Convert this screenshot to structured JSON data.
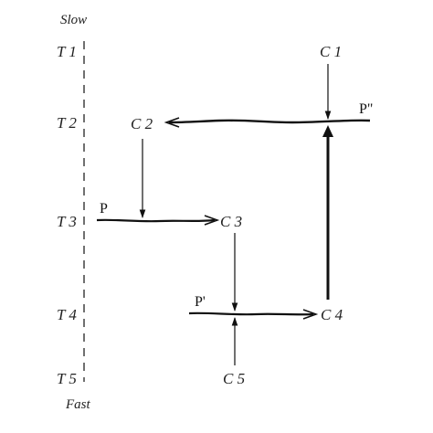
{
  "axis": {
    "top_label": "Slow",
    "bottom_label": "Fast",
    "levels": [
      "T 1",
      "T 2",
      "T 3",
      "T 4",
      "T 5"
    ]
  },
  "nodes": {
    "c1": "C 1",
    "c2": "C 2",
    "c3": "C 3",
    "c4": "C 4",
    "c5": "C 5"
  },
  "paths": {
    "p": "P",
    "p_prime": "P'",
    "p_double_prime": "P\""
  }
}
